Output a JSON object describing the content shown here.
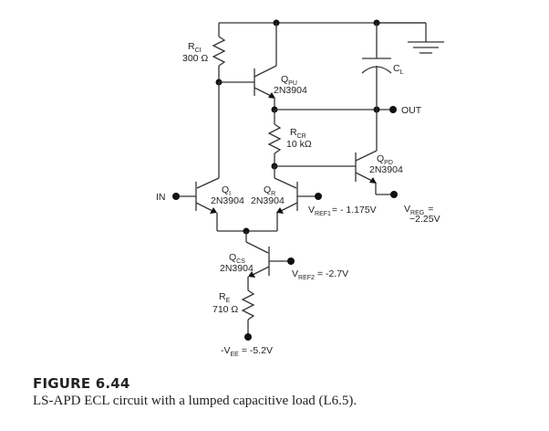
{
  "diagram": {
    "type": "circuit-schematic",
    "components": {
      "rci": {
        "name": "R",
        "sub": "CI",
        "value": "300 Ω"
      },
      "qpu": {
        "name": "Q",
        "sub": "PU",
        "part": "2N3904"
      },
      "cl": {
        "name": "C",
        "sub": "L"
      },
      "rcr": {
        "name": "R",
        "sub": "CR",
        "value": "10 kΩ"
      },
      "qpd": {
        "name": "Q",
        "sub": "PD",
        "part": "2N3904"
      },
      "qi": {
        "name": "Q",
        "sub": "I",
        "part": "2N3904"
      },
      "qr": {
        "name": "Q",
        "sub": "R",
        "part": "2N3904"
      },
      "qcs": {
        "name": "Q",
        "sub": "CS",
        "part": "2N3904"
      },
      "re": {
        "name": "R",
        "sub": "E",
        "value": "710 Ω"
      }
    },
    "nodes": {
      "in": "IN",
      "out": "OUT",
      "vref1": {
        "name": "V",
        "sub": "REF1",
        "value": "= - 1.175V"
      },
      "vreg": {
        "name": "V",
        "sub": "REG",
        "value1": "=",
        "value2": "−2.25V"
      },
      "vref2": {
        "name": "V",
        "sub": "REF2",
        "value": "= -2.7V"
      },
      "vee": {
        "prefix": "-V",
        "sub": "EE",
        "value": "= -5.2V"
      }
    }
  },
  "caption": {
    "figure_label": "FIGURE 6.44",
    "text": "LS-APD ECL circuit with a lumped capacitive load (L6.5)."
  }
}
